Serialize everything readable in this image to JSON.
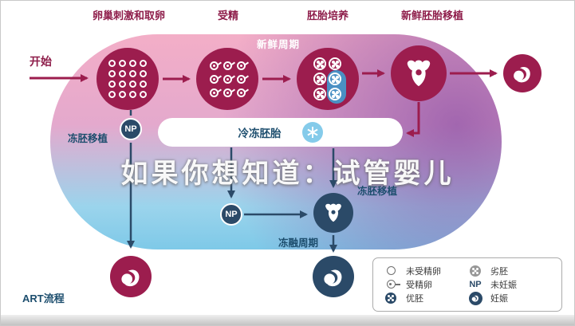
{
  "stages": [
    {
      "label": "卵巢刺激和取卵"
    },
    {
      "label": "受精"
    },
    {
      "label": "胚胎培养"
    },
    {
      "label": "新鲜胚胎移植"
    }
  ],
  "flow": {
    "start": "开始",
    "fresh_cycle": "新鲜周期",
    "frozen_embryo_bar": "冷冻胚胎",
    "frozen_transfer_left": "冻胚移植",
    "frozen_transfer_right": "冻胚移植",
    "thaw_cycle": "冻融周期",
    "np_badge": "NP",
    "art_label": "ART流程"
  },
  "watermark": "如果你想知道：试管婴儿",
  "legend": {
    "items": [
      {
        "icon": "unfertilized-egg",
        "label": "未受精卵"
      },
      {
        "icon": "fertilized-egg",
        "label": "受精卵"
      },
      {
        "icon": "good-embryo",
        "label": "优胚"
      },
      {
        "icon": "poor-embryo",
        "label": "劣胚"
      },
      {
        "icon": "np",
        "label": "未妊娠"
      },
      {
        "icon": "baby",
        "label": "妊娠"
      }
    ]
  },
  "colors": {
    "maroon": "#9C1D4E",
    "navy": "#2B4A68",
    "light_blue": "#85CBEA",
    "pink": "#F3AEC7"
  }
}
